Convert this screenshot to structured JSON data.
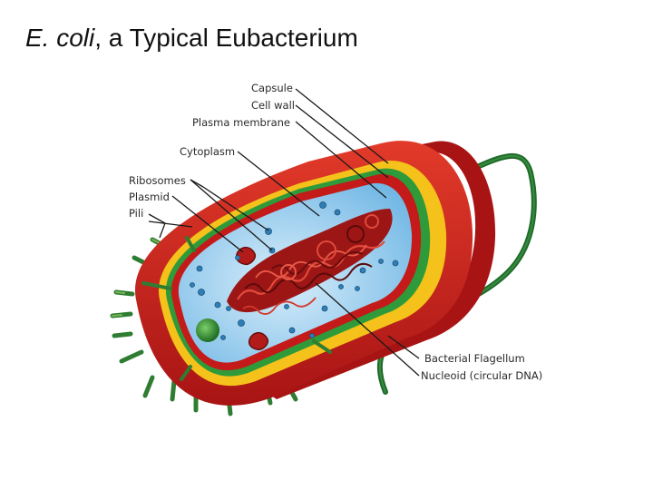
{
  "slide": {
    "title_italic": "E. coli",
    "title_rest": ", a Typical Eubacterium"
  },
  "labels": {
    "capsule": "Capsule",
    "cell_wall": "Cell wall",
    "plasma_membrane": "Plasma membrane",
    "cytoplasm": "Cytoplasm",
    "ribosomes": "Ribosomes",
    "plasmid": "Plasmid",
    "pili": "Pili",
    "flagellum": "Bacterial Flagellum",
    "nucleoid": "Nucleoid (circular DNA)"
  },
  "colors": {
    "capsule": "#cc1f1f",
    "cell_wall": "#f4c21a",
    "plasma_membrane": "#2f9a3a",
    "cytoplasm": "#7fc4ec",
    "dna": "#8b1414",
    "flagellum": "#1f6b2a",
    "pili": "#2e7d32"
  }
}
